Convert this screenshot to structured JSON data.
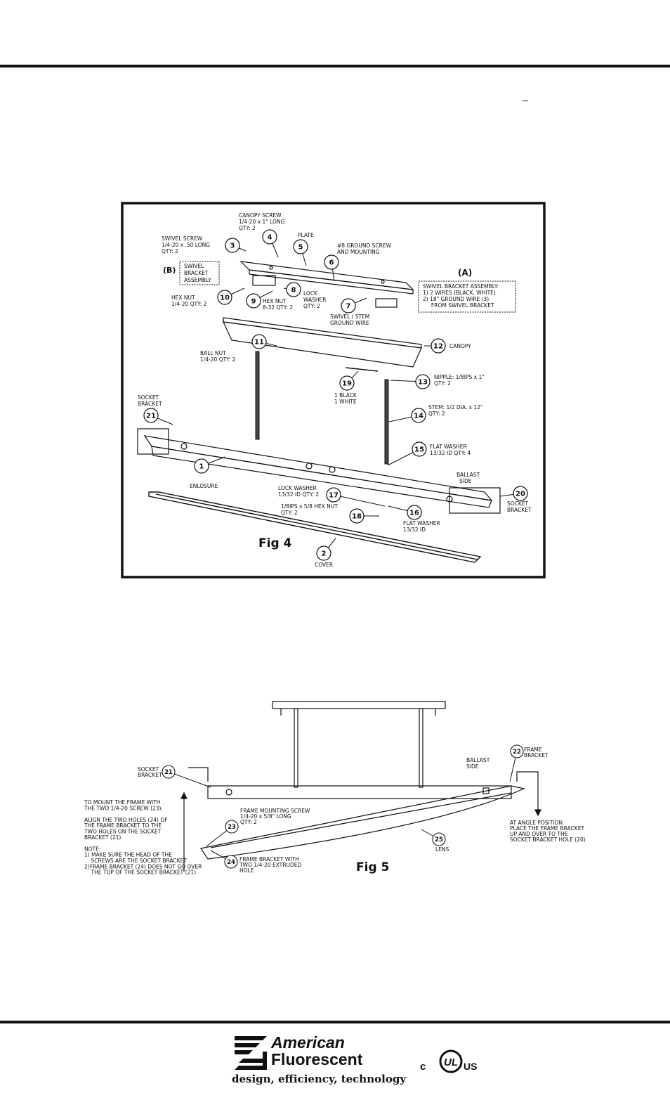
{
  "fig4": {
    "title": "Fig 4",
    "callouts": [
      {
        "n": "1",
        "text": [
          "ENLOSURE"
        ]
      },
      {
        "n": "2",
        "text": [
          "COVER"
        ]
      },
      {
        "n": "3",
        "text": [
          "SWIVEL SCREW",
          "1/4-20 x .50 LONG",
          "QTY: 2"
        ]
      },
      {
        "n": "4",
        "text": [
          "CANOPY SCREW",
          "1/4-20 x 1\" LONG",
          "QTY: 2"
        ]
      },
      {
        "n": "5",
        "text": [
          "PLATE"
        ]
      },
      {
        "n": "6",
        "text": [
          "#8 GROUND SCREW",
          "AND MOUNTING"
        ]
      },
      {
        "n": "7",
        "text": [
          "SWIVEL / STEM",
          "GROUND WIRE"
        ]
      },
      {
        "n": "8",
        "text": [
          "LOCK",
          "WASHER",
          "QTY: 2"
        ]
      },
      {
        "n": "9",
        "text": [
          "HEX NUT",
          "8-32  QTY: 2"
        ]
      },
      {
        "n": "10",
        "text": [
          "HEX NUT",
          "1/4-20  QTY: 2"
        ]
      },
      {
        "n": "11",
        "text": [
          "BALL NUT",
          "1/4-20   QTY: 2"
        ]
      },
      {
        "n": "12",
        "text": [
          "CANOPY"
        ]
      },
      {
        "n": "13",
        "text": [
          "NIPPLE: 1/8IPS x 1\"",
          "QTY: 2"
        ]
      },
      {
        "n": "14",
        "text": [
          "STEM: 1/2 DIA. x 12\"",
          "QTY: 2"
        ]
      },
      {
        "n": "15",
        "text": [
          "FLAT WASHER",
          "13/32 ID  QTY: 4"
        ]
      },
      {
        "n": "16",
        "text": [
          "FLAT WASHER",
          "13/32 ID"
        ]
      },
      {
        "n": "17",
        "text": [
          "LOCK WASHER",
          "13/32 ID  QTY: 2"
        ]
      },
      {
        "n": "18",
        "text": [
          "1/8IPS x 5/8 HEX NUT",
          "QTY: 2"
        ]
      },
      {
        "n": "19",
        "text": [
          "1 BLACK",
          "1 WHITE"
        ]
      },
      {
        "n": "20",
        "text": [
          "SOCKET",
          "BRACKET"
        ]
      },
      {
        "n": "21",
        "text": [
          "SOCKET",
          "BRACKET"
        ]
      }
    ],
    "ballast_side": [
      "BALLAST",
      "SIDE"
    ],
    "box_b": {
      "tag": "(B)",
      "lines": [
        "SWIVEL",
        "BRACKET",
        "ASSEMBLY"
      ]
    },
    "box_a": {
      "tag": "(A)",
      "lines": [
        "SWIVEL BRACKET ASSEMBLY:",
        "1)  2 WIRES (BLACK, WHITE)",
        "2)  18\" GROUND WIRE (3)",
        "     FROM SWIVEL BRACKET"
      ]
    }
  },
  "fig5": {
    "title": "Fig 5",
    "socket_bracket": [
      "SOCKET",
      "BRACKET"
    ],
    "socket_n": "21",
    "frame_bracket": [
      "FRAME",
      "BRACKET"
    ],
    "frame_n": "22",
    "ballast_side": [
      "BALLAST",
      "SIDE"
    ],
    "mount_screw": [
      "FRAME MOUNTING SCREW",
      "1/4-20 x 5/8\" LONG",
      "QTY: 2"
    ],
    "mount_n": "23",
    "frame_bracket_24": [
      "FRAME BRACKET WITH",
      "TWO 1/4-20 EXTRUDED",
      "HOLE"
    ],
    "n24": "24",
    "lens": [
      "LENS"
    ],
    "n25": "25",
    "angle_note": [
      "AT ANGLE POSITION",
      "PLACE THE FRAME BRACKET",
      "UP AND OVER TO THE",
      "SOCKET BRACKET HOLE (20)"
    ],
    "instructions": [
      "TO MOUNT THE FRAME WITH",
      "THE TWO 1/4-20 SCREW (23).",
      "",
      "ALIGN THE TWO HOLES (24) OF",
      "THE FRAME BRACKET TO THE",
      "TWO HOLES ON THE SOCKET",
      "BRACKET (21)",
      "",
      "NOTE:",
      "1) MAKE SURE THE HEAD OF THE",
      "    SCREWS ARE THE SOCKET BRACKET",
      "2)FRAME BRACKET (24) DOES NOT GO OVER",
      "    THE TOP OF THE SOCKET BRACKET (21)"
    ]
  },
  "footer": {
    "brand_line1": "American",
    "brand_line2": "Fluorescent",
    "tagline": "design, efficiency, technology",
    "cert_left": "c",
    "cert_mid": "UL",
    "cert_right": "US"
  }
}
